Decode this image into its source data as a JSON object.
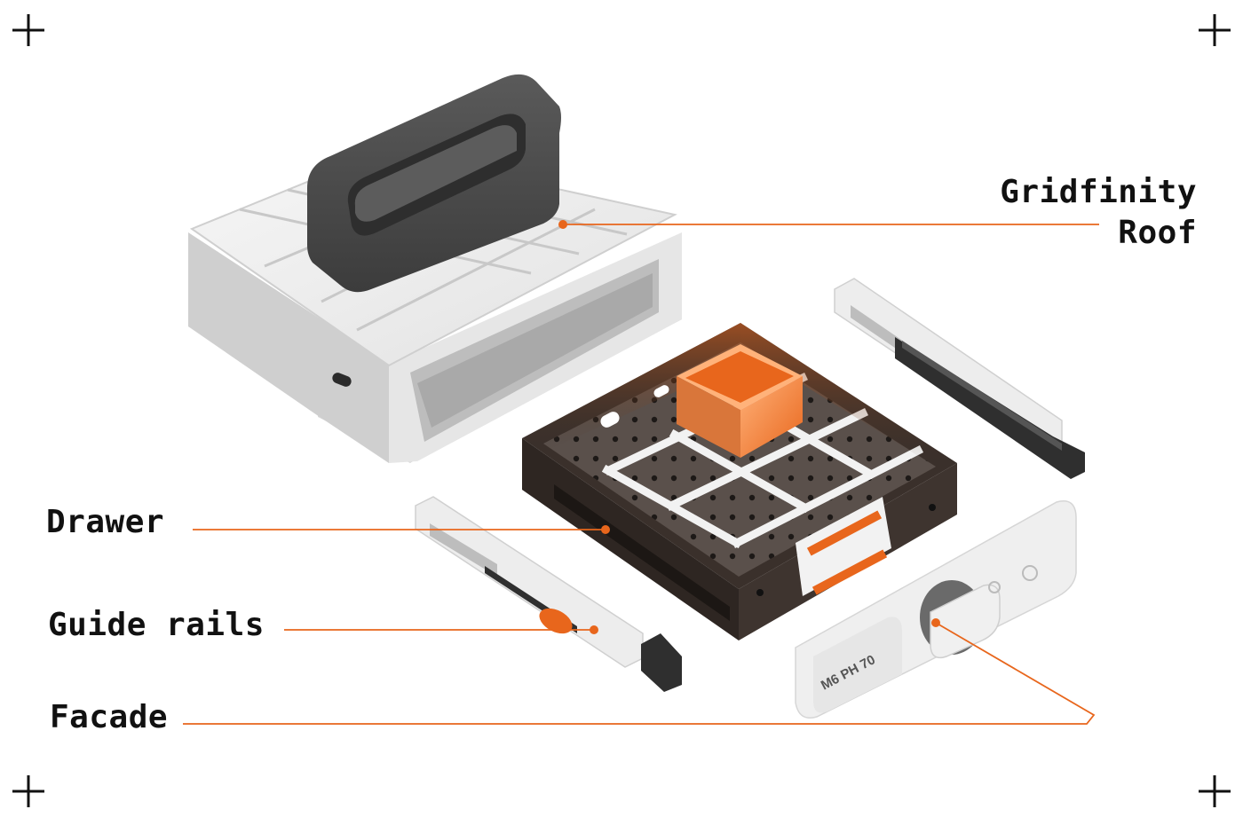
{
  "labels": {
    "roof_line1": "Gridfinity",
    "roof_line2": "Roof",
    "drawer": "Drawer",
    "guide_rails": "Guide rails",
    "facade": "Facade"
  },
  "facade_engraving": "M6 PH 70",
  "colors": {
    "accent": "#E8661C",
    "text": "#111111",
    "part_white": "#ECECEC",
    "part_dark": "#3A302B",
    "handle": "#4A4A4A",
    "background": "#FFFFFF"
  },
  "icons": [
    "crosshair-icon"
  ]
}
